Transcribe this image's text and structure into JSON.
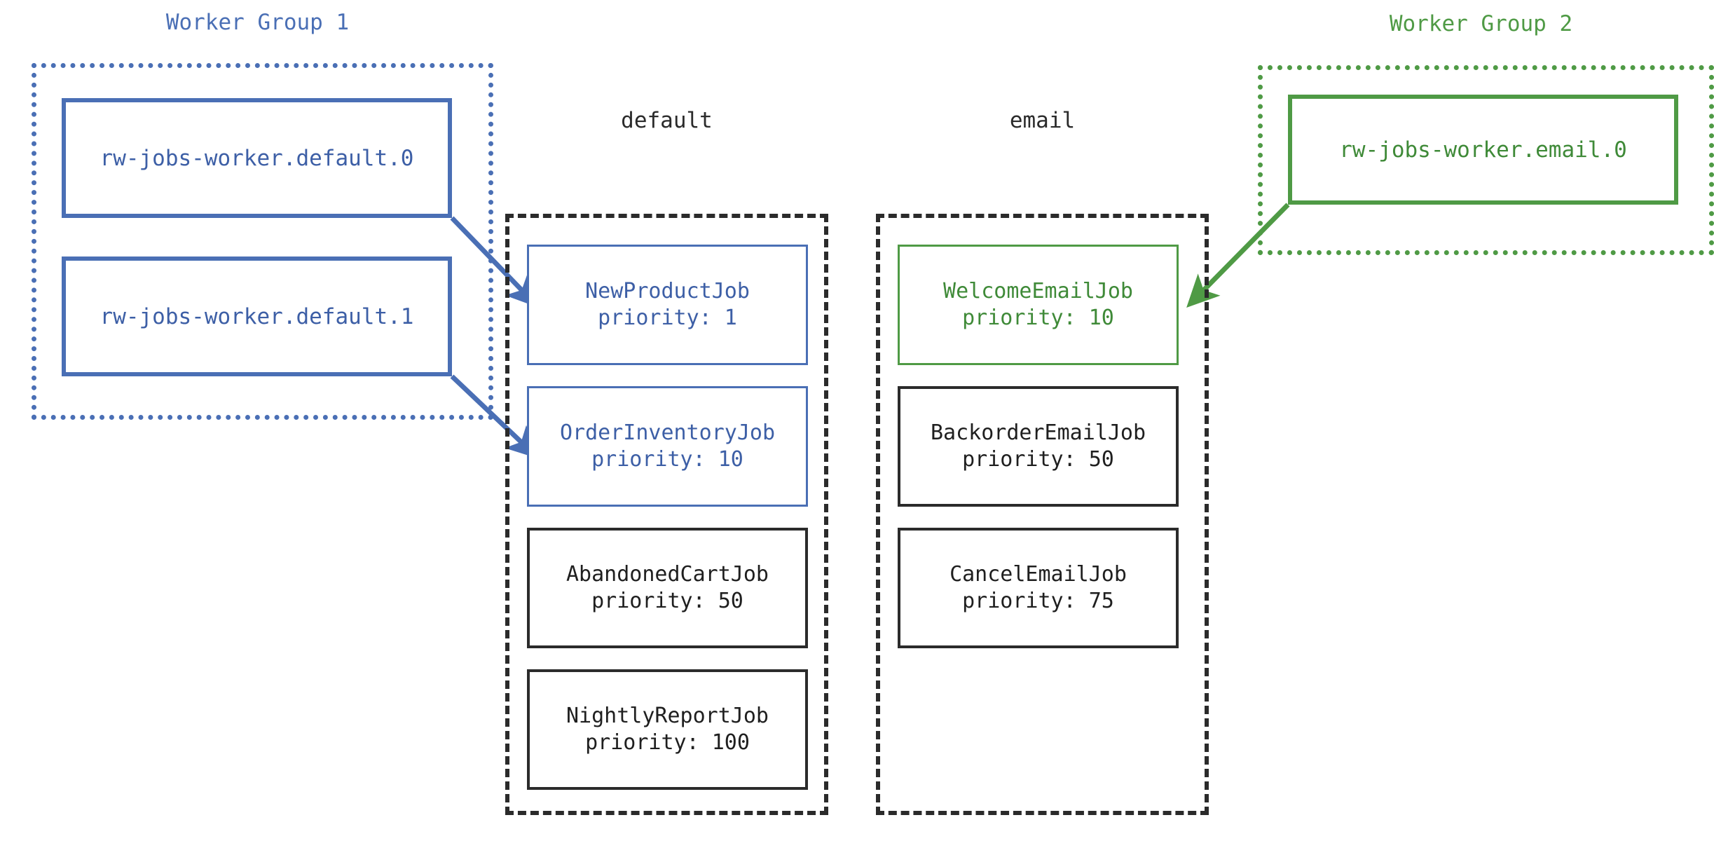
{
  "diagram": {
    "title_wg1": "Worker Group 1",
    "title_wg2": "Worker Group 2",
    "colors": {
      "worker_group_1": "#4a6fb5",
      "worker_group_2": "#4f9a45",
      "neutral": "#2b2b2b",
      "background": "#ffffff"
    }
  },
  "worker_groups": [
    {
      "id": "worker-group-1",
      "title": "Worker Group 1",
      "color": "#4a6fb5",
      "workers": [
        {
          "label": "rw-jobs-worker.default.0"
        },
        {
          "label": "rw-jobs-worker.default.1"
        }
      ]
    },
    {
      "id": "worker-group-2",
      "title": "Worker Group 2",
      "color": "#4f9a45",
      "workers": [
        {
          "label": "rw-jobs-worker.email.0"
        }
      ]
    }
  ],
  "queues": [
    {
      "id": "queue-default",
      "title": "default",
      "jobs": [
        {
          "name": "NewProductJob",
          "priority_label": "priority: 1",
          "priority": 1,
          "highlight": "blue"
        },
        {
          "name": "OrderInventoryJob",
          "priority_label": "priority: 10",
          "priority": 10,
          "highlight": "blue"
        },
        {
          "name": "AbandonedCartJob",
          "priority_label": "priority: 50",
          "priority": 50,
          "highlight": "none"
        },
        {
          "name": "NightlyReportJob",
          "priority_label": "priority: 100",
          "priority": 100,
          "highlight": "none"
        }
      ]
    },
    {
      "id": "queue-email",
      "title": "email",
      "jobs": [
        {
          "name": "WelcomeEmailJob",
          "priority_label": "priority: 10",
          "priority": 10,
          "highlight": "green"
        },
        {
          "name": "BackorderEmailJob",
          "priority_label": "priority: 50",
          "priority": 50,
          "highlight": "none"
        },
        {
          "name": "CancelEmailJob",
          "priority_label": "priority: 75",
          "priority": 75,
          "highlight": "none"
        }
      ]
    }
  ],
  "connections": [
    {
      "from": "rw-jobs-worker.default.0",
      "to": "NewProductJob",
      "color": "#4a6fb5"
    },
    {
      "from": "rw-jobs-worker.default.1",
      "to": "OrderInventoryJob",
      "color": "#4a6fb5"
    },
    {
      "from": "rw-jobs-worker.email.0",
      "to": "WelcomeEmailJob",
      "color": "#4f9a45"
    }
  ]
}
